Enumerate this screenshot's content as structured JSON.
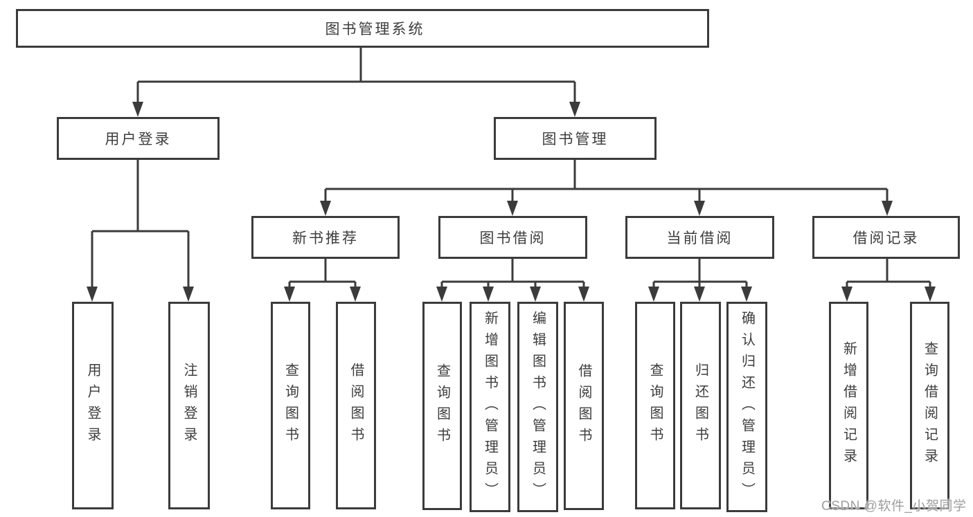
{
  "colors": {
    "line": "#3b3b3b",
    "text": "#3d3d3d",
    "watermark": "#9e9e9e",
    "background": "#ffffff"
  },
  "tree": {
    "root": "图书管理系统",
    "children": [
      {
        "label": "用户登录",
        "leaves": [
          "用户登录",
          "注销登录"
        ]
      },
      {
        "label": "图书管理",
        "children": [
          {
            "label": "新书推荐",
            "leaves": [
              "查询图书",
              "借阅图书"
            ]
          },
          {
            "label": "图书借阅",
            "leaves": [
              "查询图书",
              "新增图书（管理员）",
              "编辑图书（管理员）",
              "借阅图书"
            ]
          },
          {
            "label": "当前借阅",
            "leaves": [
              "查询图书",
              "归还图书",
              "确认归还（管理员）"
            ]
          },
          {
            "label": "借阅记录",
            "leaves": [
              "新增借阅记录",
              "查询借阅记录"
            ]
          }
        ]
      }
    ]
  },
  "watermark": {
    "text": "CSDN @软件_小贺同学"
  }
}
